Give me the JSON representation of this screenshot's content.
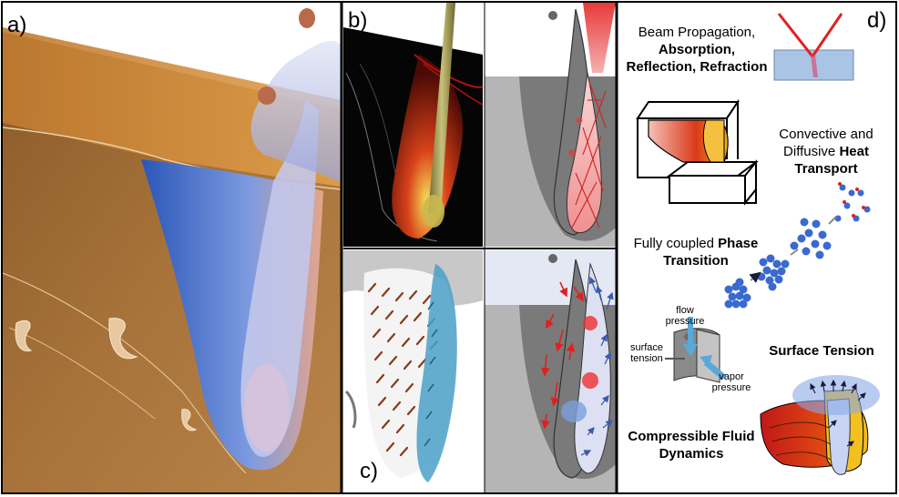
{
  "panels": {
    "a": "a)",
    "b": "b)",
    "c": "c)",
    "d": "d)"
  },
  "features": {
    "beam": {
      "line1": "Beam Propagation,",
      "line2": "Absorption,",
      "line3": "Reflection, Refraction"
    },
    "heat": {
      "line1": "Convective and",
      "line2_pre": "Diffusive ",
      "line2_bold": "Heat",
      "line3": "Transport"
    },
    "phase": {
      "line1_pre": "Fully coupled ",
      "line1_bold": "Phase",
      "line2": "Transition"
    },
    "surface": {
      "title": "Surface Tension",
      "flow1": "flow",
      "flow2": "pressure",
      "surf1": "surface",
      "surf2": "tension",
      "vapor1": "vapor",
      "vapor2": "pressure"
    },
    "fluid": {
      "line1": "Compressible Fluid",
      "line2": "Dynamics"
    }
  },
  "colors": {
    "steel": "#a8733a",
    "melt_blue": "#3f6fd0",
    "heat_red": "#d62818",
    "heat_yellow": "#f0c020",
    "particle_blue": "#3366cc",
    "particle_red": "#dd2222",
    "gray_solid": "#7a7a7a",
    "keyhole_gray": "#c9c9c9"
  }
}
